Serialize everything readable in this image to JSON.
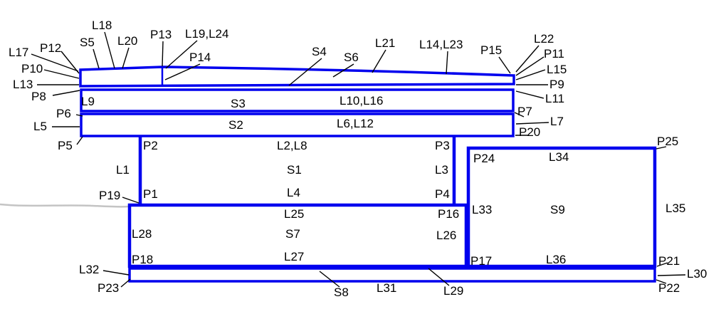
{
  "figure": {
    "description": "Patent-style cross-section diagram with labeled surfaces (S), lines/layers (L) and points (P)",
    "colors": {
      "shape_stroke": "#0000ee",
      "leader": "#000000",
      "text": "#000000",
      "background": "#ffffff",
      "stray_line": "#c4c4c4"
    },
    "labels": {
      "L17": "L17",
      "P12": "P12",
      "P10": "P10",
      "L13": "L13",
      "P8": "P8",
      "S5": "S5",
      "L18": "L18",
      "L20": "L20",
      "P13": "P13",
      "L19_L24": "L19,L24",
      "P14": "P14",
      "S4": "S4",
      "S6": "S6",
      "L21": "L21",
      "L14_L23": "L14,L23",
      "P15": "P15",
      "L22": "L22",
      "P11": "P11",
      "L15": "L15",
      "P9": "P9",
      "L11": "L11",
      "L9": "L9",
      "S3": "S3",
      "L10_L16": "L10,L16",
      "P7": "P7",
      "P6": "P6",
      "L5": "L5",
      "S2": "S2",
      "L6_L12": "L6,L12",
      "L7": "L7",
      "P20": "P20",
      "P5": "P5",
      "P2": "P2",
      "L2_L8": "L2,L8",
      "P3": "P3",
      "L1": "L1",
      "S1": "S1",
      "L3": "L3",
      "P19": "P19",
      "P1": "P1",
      "L4": "L4",
      "P4": "P4",
      "P24": "P24",
      "L34": "L34",
      "P25": "P25",
      "L25": "L25",
      "P16": "P16",
      "L33": "L33",
      "S9": "S9",
      "L35": "L35",
      "L28": "L28",
      "S7": "S7",
      "L26": "L26",
      "P18": "P18",
      "L27": "L27",
      "P17": "P17",
      "L36": "L36",
      "P21": "P21",
      "L32": "L32",
      "P23": "P23",
      "S8": "S8",
      "L31": "L31",
      "L29": "L29",
      "P22": "P22",
      "L30": "L30"
    }
  }
}
